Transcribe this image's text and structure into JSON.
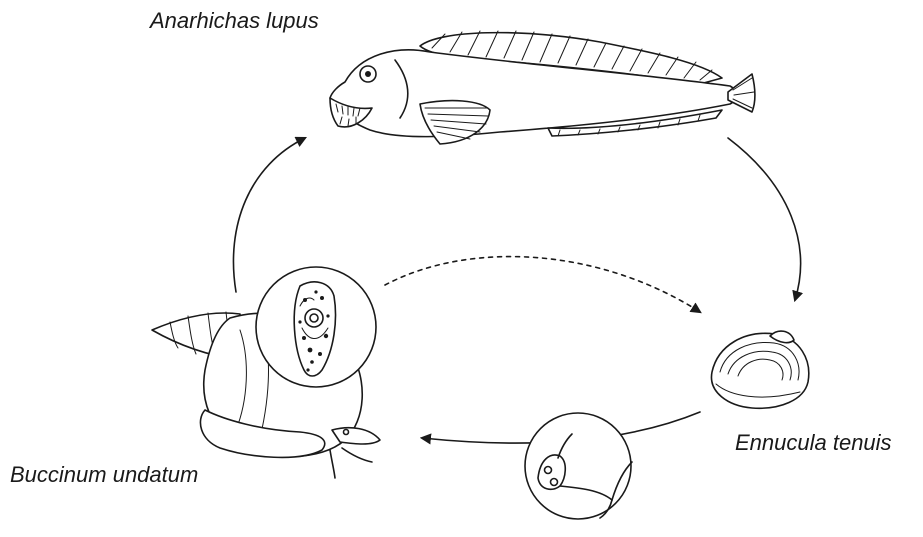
{
  "labels": {
    "definitive_host": "Anarhichas lupus",
    "first_intermediate_host": "Ennucula tenuis",
    "second_intermediate_host": "Buccinum undatum"
  },
  "arrows": [
    {
      "from": "Anarhichas lupus",
      "to": "Ennucula tenuis",
      "style": "solid"
    },
    {
      "from": "Ennucula tenuis",
      "to": "Buccinum undatum",
      "style": "solid"
    },
    {
      "from": "Buccinum undatum",
      "to": "Anarhichas lupus",
      "style": "solid"
    },
    {
      "from": "Buccinum undatum",
      "to": "Ennucula tenuis",
      "style": "dotted"
    }
  ],
  "colors": {
    "ink": "#1a1a1a",
    "background": "#ffffff"
  }
}
